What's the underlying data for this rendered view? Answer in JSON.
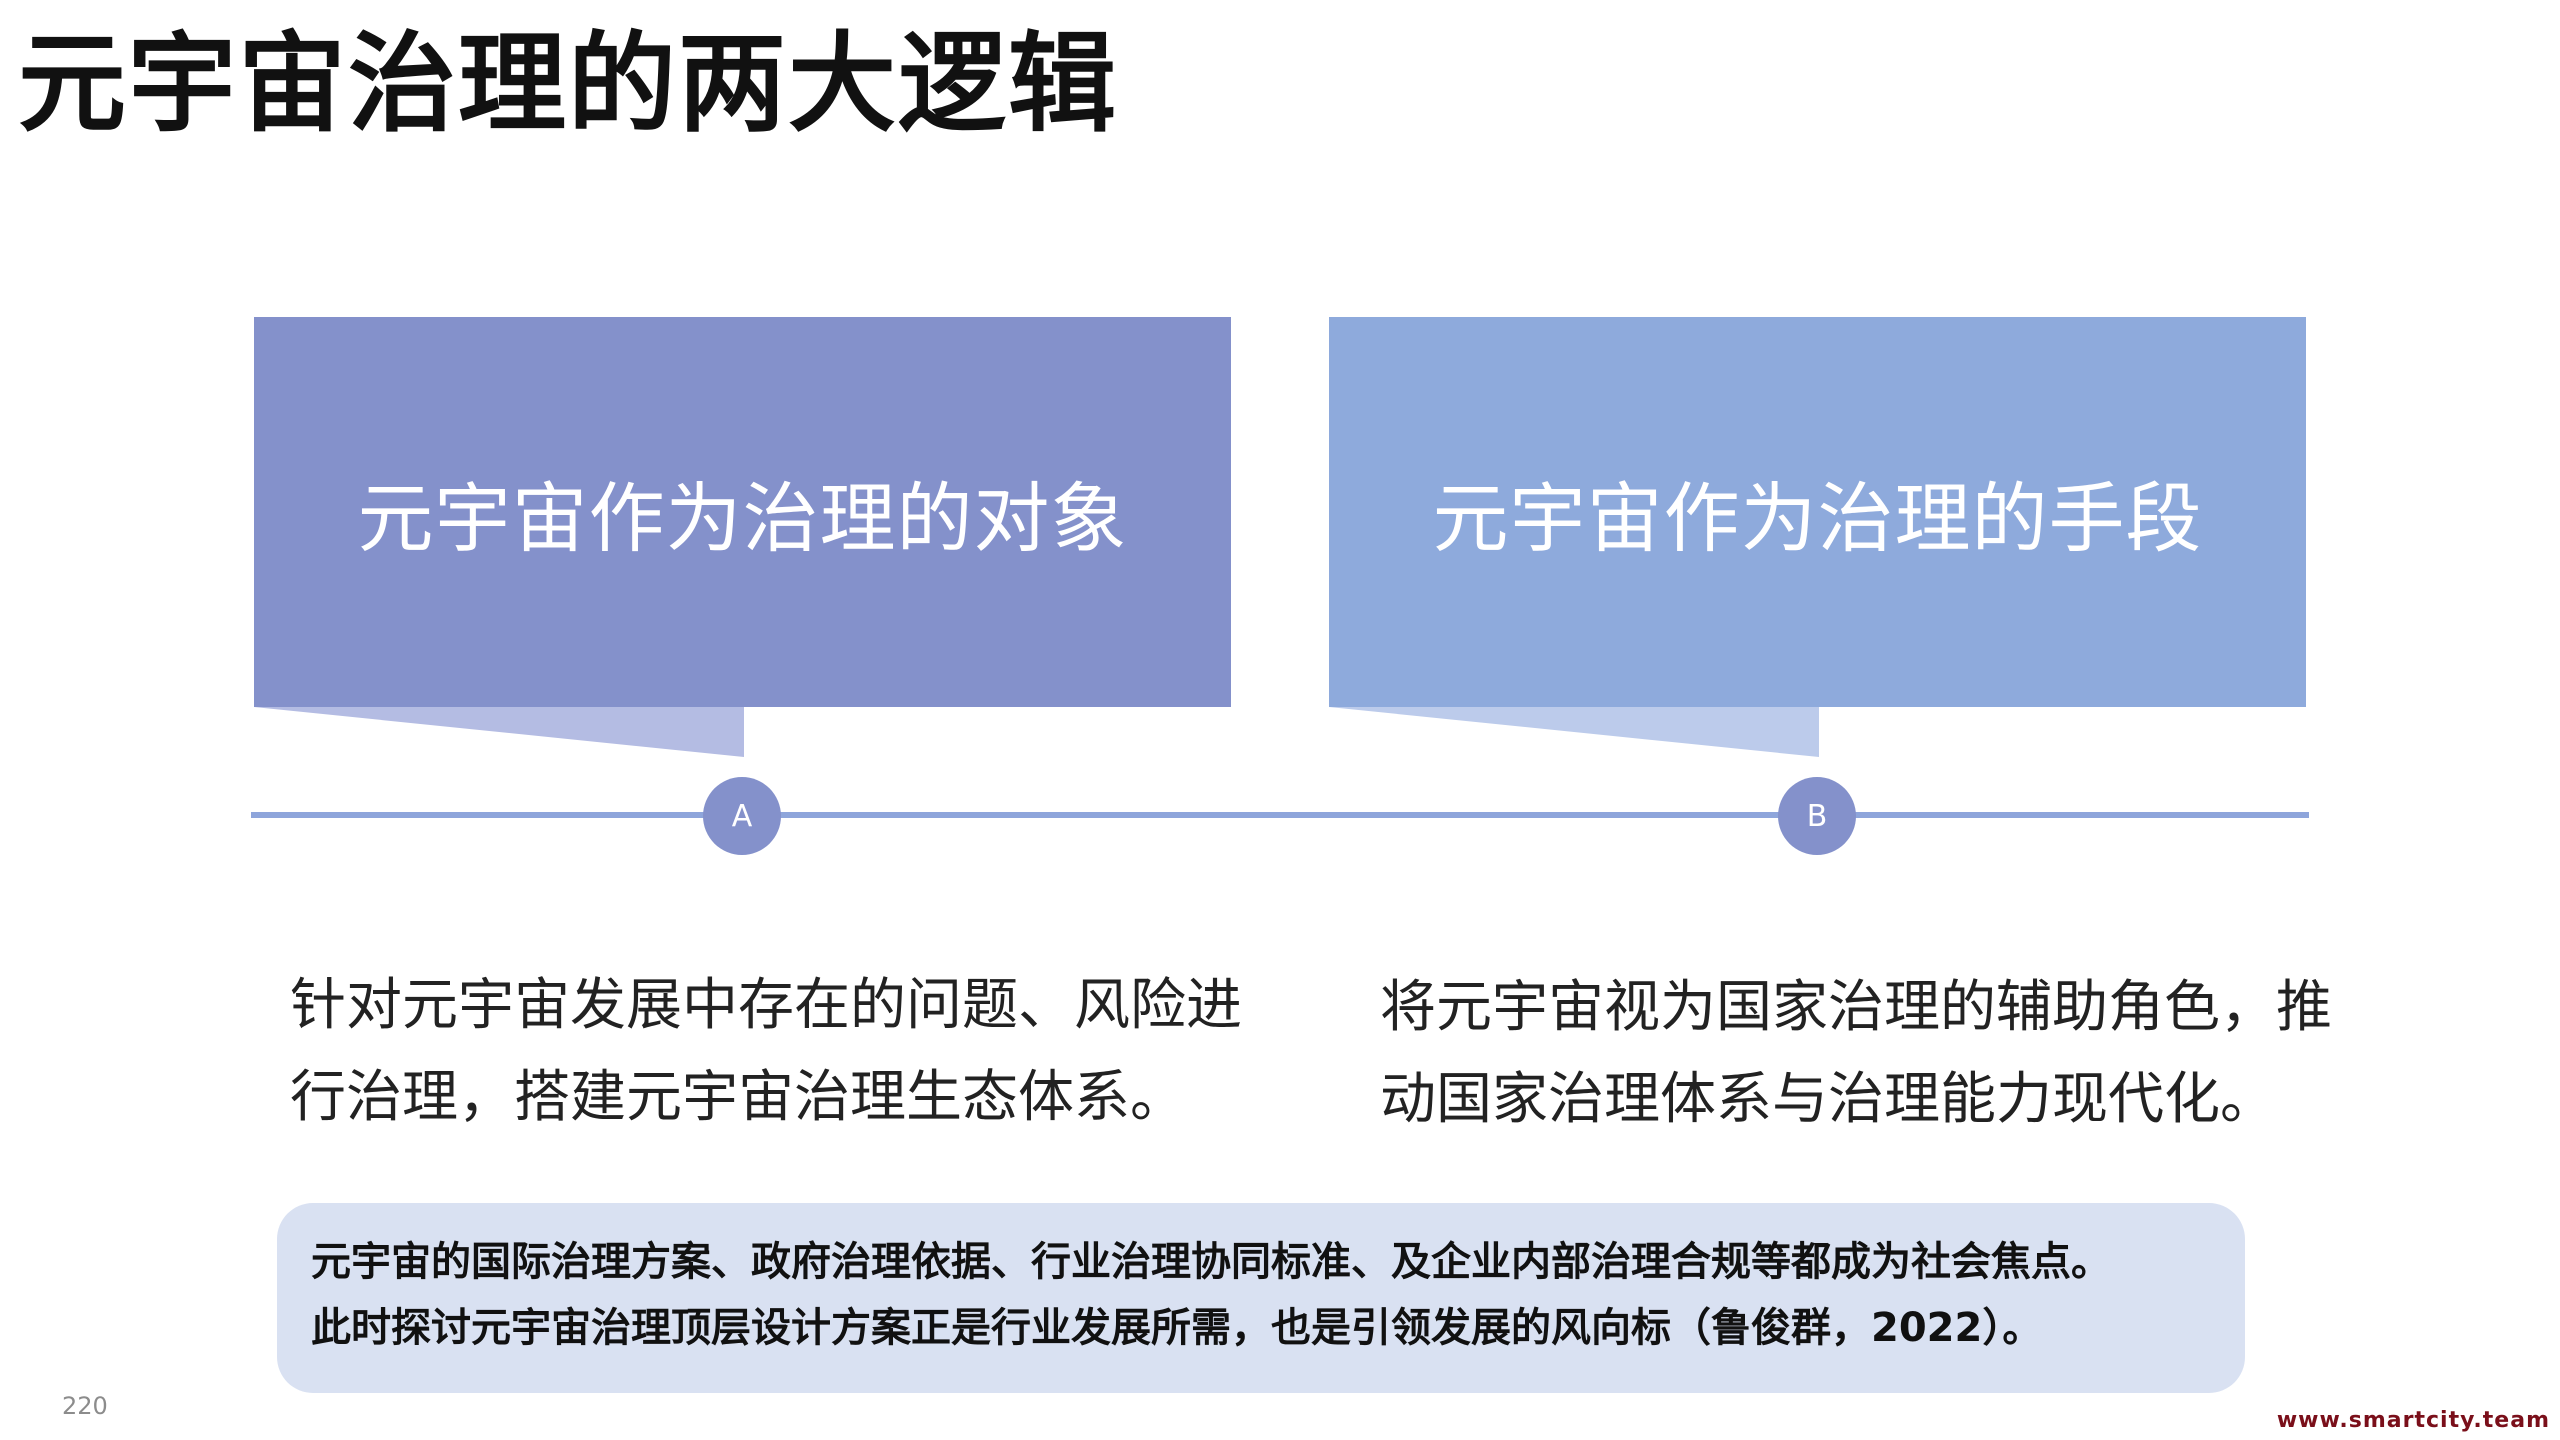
{
  "slide": {
    "title": "元宇宙治理的两大逻辑",
    "page_number": "220",
    "watermark": "www.smartcity.team"
  },
  "cards": [
    {
      "heading": "元宇宙作为治理的对象",
      "node_label": "A",
      "description_lines": [
        "针对元宇宙发展中存在的问题、风险进",
        "行治理，搭建元宇宙治理生态体系。"
      ]
    },
    {
      "heading": "元宇宙作为治理的手段",
      "node_label": "B",
      "description_lines": [
        "将元宇宙视为国家治理的辅助角色，推",
        "动国家治理体系与治理能力现代化。"
      ]
    }
  ],
  "note": {
    "lines": [
      "元宇宙的国际治理方案、政府治理依据、行业治理协同标准、及企业内部治理合规等都成为社会焦点。",
      "此时探讨元宇宙治理顶层设计方案正是行业发展所需，也是引领发展的风向标（鲁俊群，2022）。"
    ]
  },
  "colors": {
    "card_a": "#8491cb",
    "card_b": "#8eaadc",
    "pointer_a": "#b4bce3",
    "pointer_b": "#bccbeb",
    "timeline": "#8ea5db",
    "node": "#8491cb",
    "note_background": "#d9e1f2",
    "watermark": "#7a0f1a"
  }
}
